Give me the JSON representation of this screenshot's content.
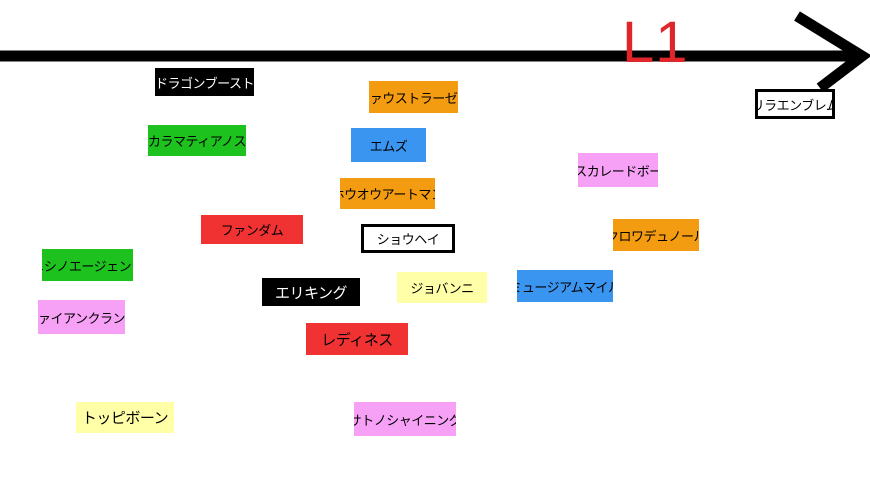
{
  "axis": {
    "label": "L1",
    "label_color": "#e0252b",
    "line_color": "#000000"
  },
  "labels": [
    {
      "id": "dragon-boost",
      "text": "ドラゴンブースト",
      "bg": "#000000",
      "fg": "#ffffff"
    },
    {
      "id": "faust-rasen",
      "text": "ファウストラーゼン",
      "bg": "#f39c12",
      "fg": "#000000"
    },
    {
      "id": "lierre-emblem",
      "text": "リラエンブレム",
      "bg": "#ffffff",
      "fg": "#000000",
      "boxed": true
    },
    {
      "id": "karamatei-anos",
      "text": "カラマティアノス",
      "bg": "#1ec21e",
      "fg": "#000000"
    },
    {
      "id": "emuz",
      "text": "エムズ",
      "bg": "#3a95f0",
      "fg": "#000000"
    },
    {
      "id": "masquerade-ball",
      "text": "マスカレードボール",
      "bg": "#f6a0f6",
      "fg": "#000000"
    },
    {
      "id": "houou-artman",
      "text": "ホウオウアートマン",
      "bg": "#f39c12",
      "fg": "#000000"
    },
    {
      "id": "fandam",
      "text": "ファンダム",
      "bg": "#f03232",
      "fg": "#000000"
    },
    {
      "id": "shouhei",
      "text": "ショウヘイ",
      "bg": "#ffffff",
      "fg": "#000000",
      "boxed": true
    },
    {
      "id": "crowdennoir",
      "text": "クロワデュノール",
      "bg": "#f39c12",
      "fg": "#000000"
    },
    {
      "id": "nishino-agent",
      "text": "ニシノエージェント",
      "bg": "#1ec21e",
      "fg": "#000000"
    },
    {
      "id": "eriking",
      "text": "エリキング",
      "bg": "#000000",
      "fg": "#ffffff",
      "big": true
    },
    {
      "id": "giovanni",
      "text": "ジョバンニ",
      "bg": "#ffffa8",
      "fg": "#000000"
    },
    {
      "id": "museum-mile",
      "text": "ミュージアムマイル",
      "bg": "#3a95f0",
      "fg": "#000000"
    },
    {
      "id": "fire-anklands",
      "text": "ファイアンクランツ",
      "bg": "#f6a0f6",
      "fg": "#000000"
    },
    {
      "id": "ladyness",
      "text": "レディネス",
      "bg": "#f03232",
      "fg": "#000000",
      "big": true
    },
    {
      "id": "toppy-bone",
      "text": "トッピボーン",
      "bg": "#ffffa8",
      "fg": "#000000",
      "big": true
    },
    {
      "id": "satono-shining",
      "text": "サトノシャイニング",
      "bg": "#f6a0f6",
      "fg": "#000000"
    }
  ]
}
